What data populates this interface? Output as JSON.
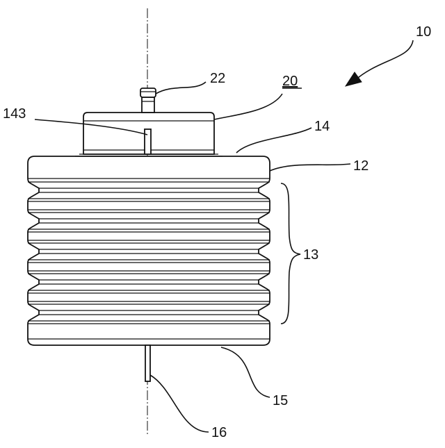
{
  "labels": {
    "assembly": "10",
    "cap_assembly": "20",
    "connector": "22",
    "top_plate": "14",
    "upper_ring": "12",
    "bellows": "13",
    "pin": "143",
    "bottom": "15",
    "tab": "16"
  }
}
